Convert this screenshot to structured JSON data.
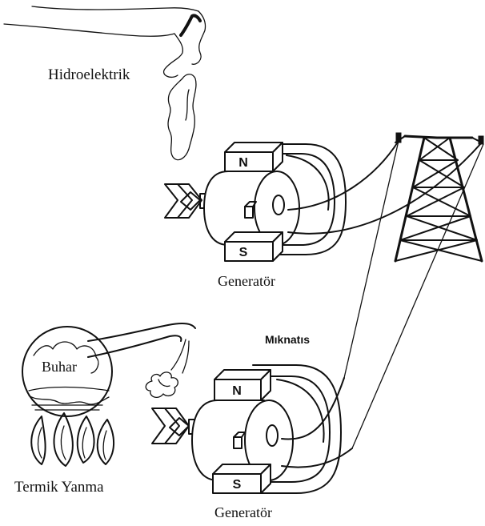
{
  "labels": {
    "hydro": "Hidroelektrik",
    "generator_top": "Generatör",
    "steam": "Buhar",
    "magnet": "Mıknatıs",
    "thermal": "Termik Yanma",
    "generator_bottom": "Generatör"
  },
  "poles": {
    "top_north": "N",
    "top_south": "S",
    "bottom_north": "N",
    "bottom_south": "S"
  },
  "icon_names": [
    "waterfall-icon",
    "turbine-icon",
    "generator-icon",
    "magnet-icon",
    "pylon-icon",
    "boiler-icon",
    "flame-icon"
  ]
}
